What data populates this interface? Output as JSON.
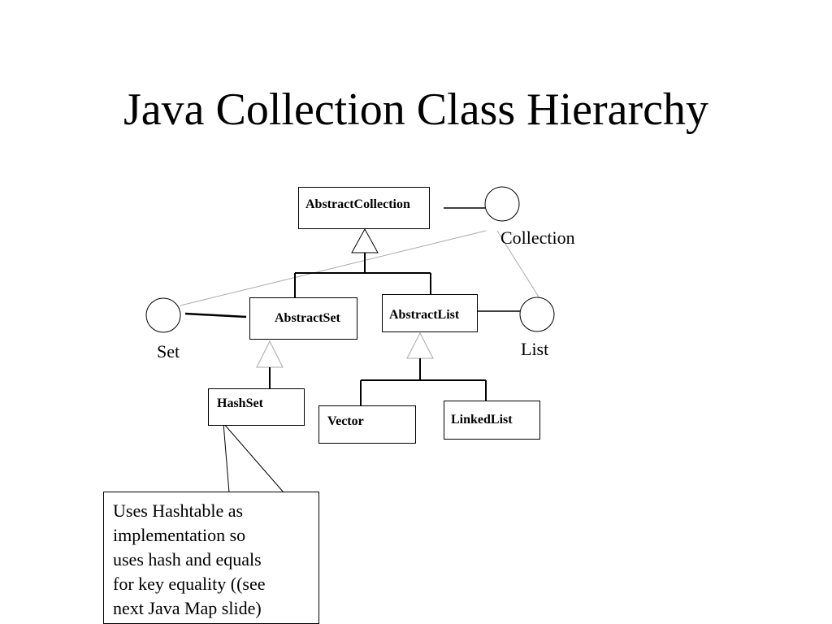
{
  "slide": {
    "title": "Java Collection Class Hierarchy"
  },
  "diagram": {
    "classes": {
      "abstract_collection": "AbstractCollection",
      "abstract_set": "AbstractSet",
      "abstract_list": "AbstractList",
      "hash_set": "HashSet",
      "vector": "Vector",
      "linked_list": "LinkedList"
    },
    "interfaces": {
      "collection": "Collection",
      "set": "Set",
      "list": "List"
    },
    "note": "Uses Hashtable as\nimplementation so\nuses hash  and equals\nfor key equality ((see\nnext Java Map slide)"
  }
}
